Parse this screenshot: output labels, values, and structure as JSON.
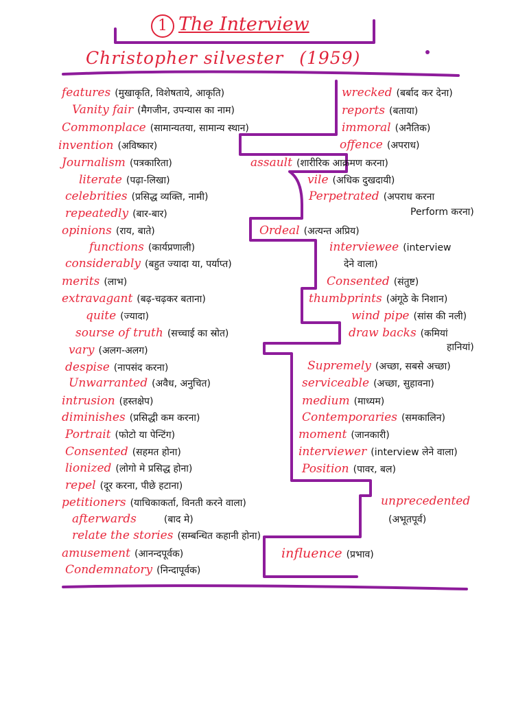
{
  "title": {
    "number": "1",
    "text": "The Interview"
  },
  "author": {
    "name": "Christopher silvester",
    "year": "(1959)"
  },
  "left_words": [
    {
      "word": "features",
      "meaning": "(मुखाकृति, विशेषताये, आकृति)"
    },
    {
      "word": "Vanity fair",
      "meaning": "(मैगजीन, उपन्यास का नाम)"
    },
    {
      "word": "Commonplace",
      "meaning": "(सामान्यतया, सामान्य स्थान)"
    },
    {
      "word": "invention",
      "meaning": "(अविष्कार)"
    },
    {
      "word": "Journalism",
      "meaning": "(पत्रकारिता)"
    },
    {
      "word": "literate",
      "meaning": "(पढ़ा-लिखा)"
    },
    {
      "word": "celebrities",
      "meaning": "(प्रसिद्ध व्यक्ति, नामी)"
    },
    {
      "word": "repeatedly",
      "meaning": "(बार-बार)"
    },
    {
      "word": "opinions",
      "meaning": "(राय, बाते)"
    },
    {
      "word": "functions",
      "meaning": "(कार्यप्रणाली)"
    },
    {
      "word": "considerably",
      "meaning": "(बहुत ज्यादा या, पर्याप्त)"
    },
    {
      "word": "merits",
      "meaning": "(लाभ)"
    },
    {
      "word": "extravagant",
      "meaning": "(बढ़-चढ़कर बताना)"
    },
    {
      "word": "quite",
      "meaning": "(ज्यादा)"
    },
    {
      "word": "sourse of truth",
      "meaning": "(सच्चाई का स्रोत)"
    },
    {
      "word": "vary",
      "meaning": "(अलग-अलग)"
    },
    {
      "word": "despise",
      "meaning": "(नापसंद करना)"
    },
    {
      "word": "Unwarranted",
      "meaning": "(अवैध, अनुचित)"
    },
    {
      "word": "intrusion",
      "meaning": "(हस्तक्षेप)"
    },
    {
      "word": "diminishes",
      "meaning": "(प्रसिद्धी कम करना)"
    },
    {
      "word": "Portrait",
      "meaning": "(फोटो या पेन्टिंग)"
    },
    {
      "word": "Consented",
      "meaning": "(सहमत होना)"
    },
    {
      "word": "lionized",
      "meaning": "(लोगो मे प्रसिद्ध होना)"
    },
    {
      "word": "repel",
      "meaning": "(दूर करना, पीछे हटाना)"
    },
    {
      "word": "petitioners",
      "meaning": "(याचिकाकर्ता, विनती करने वाला)"
    },
    {
      "word": "afterwards",
      "meaning": "(बाद मे)"
    },
    {
      "word": "relate the stories",
      "meaning": "(सम्बन्धित कहानी होना)"
    },
    {
      "word": "amusement",
      "meaning": "(आनन्दपूर्वक)"
    },
    {
      "word": "Condemnatory",
      "meaning": "(निन्दापूर्वक)"
    }
  ],
  "right_words": [
    {
      "word": "wrecked",
      "meaning": "(बर्बाद कर देना)"
    },
    {
      "word": "reports",
      "meaning": "(बताया)"
    },
    {
      "word": "immoral",
      "meaning": "(अनैतिक)"
    },
    {
      "word": "offence",
      "meaning": "(अपराध)"
    },
    {
      "word": "assault",
      "meaning": "(शारीरिक आक्रमण करना)"
    },
    {
      "word": "vile",
      "meaning": "(अधिक दुखदायी)"
    },
    {
      "word": "Perpetrated",
      "meaning": "(अपराध करना"
    },
    {
      "word": "",
      "meaning": "Perform करना)"
    },
    {
      "word": "Ordeal",
      "meaning": "(अत्यन्त अप्रिय)"
    },
    {
      "word": "interviewee",
      "meaning": "(interview"
    },
    {
      "word": "",
      "meaning": "देने वाला)"
    },
    {
      "word": "Consented",
      "meaning": "(संतुष्ट)"
    },
    {
      "word": "thumbprints",
      "meaning": "(अंगूठे के निशान)"
    },
    {
      "word": "wind pipe",
      "meaning": "(सांस की नली)"
    },
    {
      "word": "draw backs",
      "meaning": "(कमियां"
    },
    {
      "word": "",
      "meaning": "हानियां)"
    },
    {
      "word": "Supremely",
      "meaning": "(अच्छा, सबसे अच्छा)"
    },
    {
      "word": "serviceable",
      "meaning": "(अच्छा, सुहावना)"
    },
    {
      "word": "medium",
      "meaning": "(माध्यम)"
    },
    {
      "word": "Contemporaries",
      "meaning": "(समकालिन)"
    },
    {
      "word": "moment",
      "meaning": "(जानकारी)"
    },
    {
      "word": "interviewer",
      "meaning": "(interview लेने वाला)"
    },
    {
      "word": "Position",
      "meaning": "(पावर, बल)"
    },
    {
      "word": "unprecedented",
      "meaning": ""
    },
    {
      "word": "",
      "meaning": "(अभूतपूर्व)"
    },
    {
      "word": "influence",
      "meaning": "(प्रभाव)"
    }
  ],
  "colors": {
    "word": "#e8283c",
    "meaning": "#141414",
    "divider": "#8e1c9b"
  }
}
